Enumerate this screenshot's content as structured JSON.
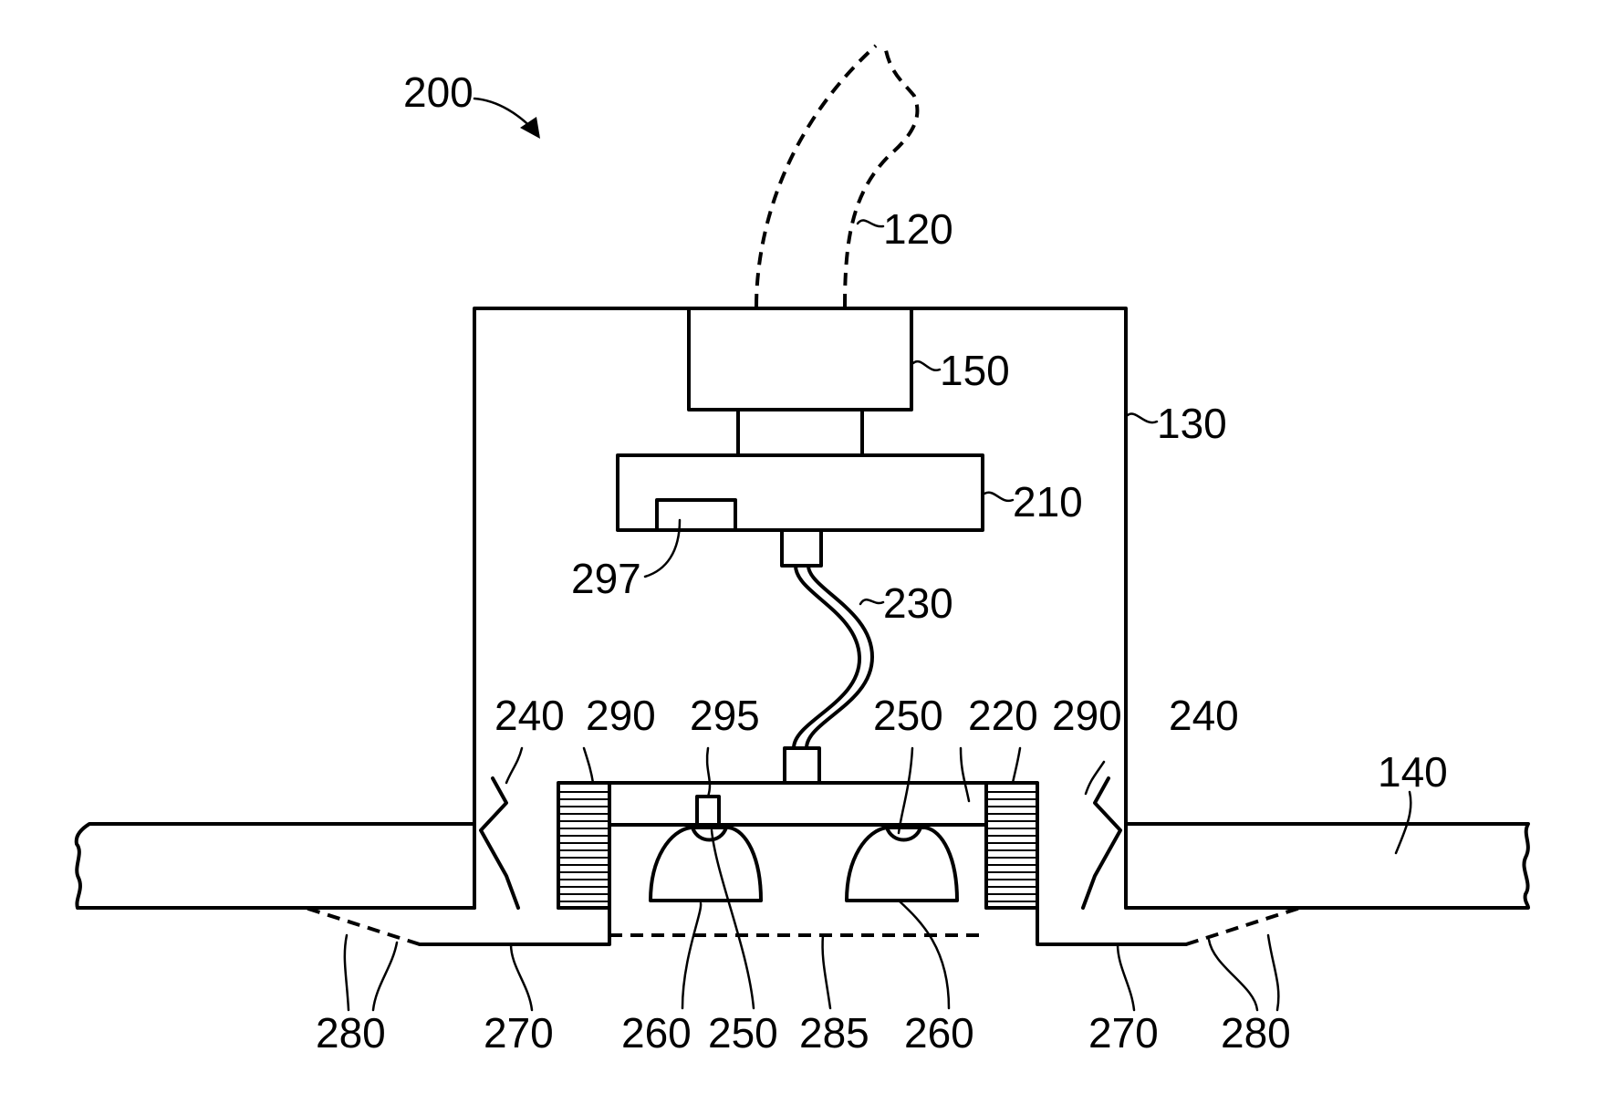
{
  "figure": {
    "ref_200": "200",
    "ref_120": "120",
    "ref_150": "150",
    "ref_130": "130",
    "ref_210": "210",
    "ref_297": "297",
    "ref_230": "230",
    "ref_240_left": "240",
    "ref_290_left": "290",
    "ref_295": "295",
    "ref_250_top": "250",
    "ref_220": "220",
    "ref_290_right": "290",
    "ref_240_right": "240",
    "ref_140": "140",
    "ref_280_left": "280",
    "ref_270_left": "270",
    "ref_260_left": "260",
    "ref_250_bottom": "250",
    "ref_285": "285",
    "ref_260_right": "260",
    "ref_270_right": "270",
    "ref_280_right": "280"
  }
}
